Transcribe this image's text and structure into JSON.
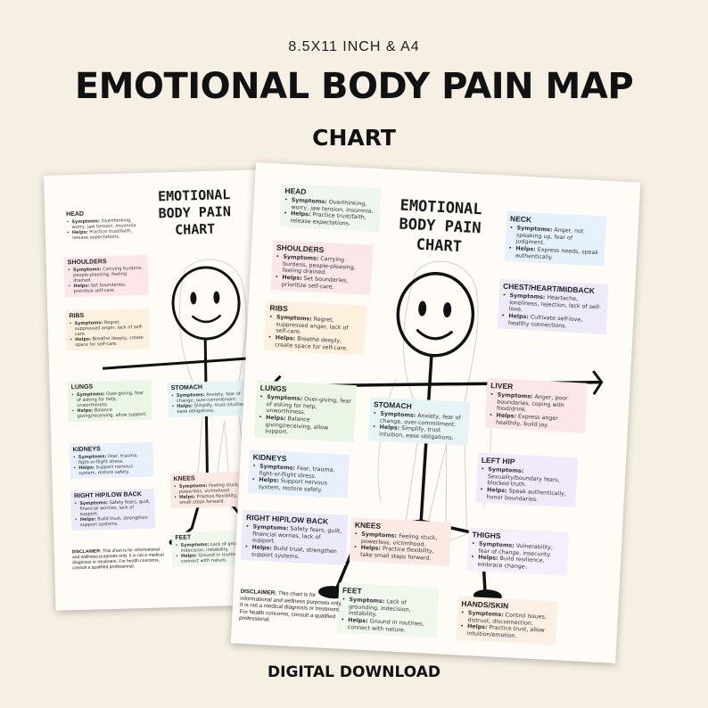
{
  "header": {
    "size_label": "8.5X11 INCH & A4",
    "title": "EMOTIONAL BODY PAIN MAP",
    "subtitle": "CHART"
  },
  "footer": {
    "label": "DIGITAL DOWNLOAD"
  },
  "chart_title_lines": [
    "EMOTIONAL",
    "BODY PAIN",
    "CHART"
  ],
  "labels": {
    "symptoms": "Symptoms:",
    "helps": "Helps:"
  },
  "sections": {
    "head": {
      "title": "HEAD",
      "symptoms": "Overthinking, worry, jaw tension, insomnia.",
      "helps": "Practice trust/faith, release expectations."
    },
    "shoulders": {
      "title": "SHOULDERS",
      "symptoms": "Carrying burdens, people-pleasing, feeling drained.",
      "helps": "Set boundaries, prioritize self-care."
    },
    "ribs": {
      "title": "RIBS",
      "symptoms": "Regret, suppressed anger, lack of self-care.",
      "helps": "Breathe deeply, create space for self-care."
    },
    "lungs": {
      "title": "LUNGS",
      "symptoms": "Over-giving, fear of asking for help, unworthiness.",
      "helps": "Balance giving/receiving, allow support."
    },
    "kidneys": {
      "title": "KIDNEYS",
      "symptoms": "Fear, trauma, fight-or-flight stress.",
      "helps": "Support nervous system, restore safety."
    },
    "right_hip": {
      "title": "RIGHT HIP/LOW BACK",
      "symptoms": "Safety fears, guilt, financial worries, lack of support.",
      "helps": "Build trust, strengthen support systems."
    },
    "stomach": {
      "title": "STOMACH",
      "symptoms": "Anxiety, fear of change, over-commitment.",
      "helps": "Simplify, trust intuition, ease obligations."
    },
    "knees": {
      "title": "KNEES",
      "symptoms": "Feeling stuck, powerless, victimhood.",
      "helps": "Practice flexibility, take small steps forward."
    },
    "feet": {
      "title": "FEET",
      "symptoms": "Lack of grounding, indecision, instability.",
      "helps": "Ground in routines, connect with nature."
    },
    "neck": {
      "title": "NECK",
      "symptoms": "Anger, not speaking up, fear of judgment.",
      "helps": "Express needs, speak authentically."
    },
    "chest": {
      "title": "CHEST/HEART/MIDBACK",
      "symptoms": "Heartache, loneliness, rejection, lack of self-love.",
      "helps": "Cultivate self-love, healthy connections."
    },
    "liver": {
      "title": "LIVER",
      "symptoms": "Anger, poor boundaries, coping with food/drink.",
      "helps": "Express anger healthily, build joy."
    },
    "left_hip": {
      "title": "LEFT HIP",
      "symptoms": "Sexuality/boundary fears, blocked truth.",
      "helps": "Speak authentically, honor boundaries."
    },
    "thighs": {
      "title": "THIGHS",
      "symptoms": "Vulnerability, fear of change, insecurity.",
      "helps": "Build resilience, embrace change."
    },
    "hands": {
      "title": "HANDS/SKIN",
      "symptoms": "Control issues, distrust, disconnection.",
      "helps": "Practice trust, allow intuition/emotion."
    }
  },
  "disclaimer": {
    "label": "DISCLAIMER:",
    "text": "This chart is for informational and wellness purposes only. It is not a medical diagnosis or treatment. For health concerns, consult a qualified professional."
  },
  "colors": {
    "background": "#f6f0e4",
    "sheet": "#fffbf6",
    "head": "#eef6ee",
    "shoulders": "#fbe6ea",
    "ribs": "#fdf1dd",
    "lungs": "#ecf6e6",
    "kidneys": "#e8f1fb",
    "right_hip": "#ece9f8",
    "stomach": "#e6f4f6",
    "knees": "#fbe9e3",
    "feet": "#f0f7ec",
    "neck": "#e6f2fb",
    "chest": "#eeeafa",
    "liver": "#fbe7e8",
    "left_hip": "#f2eafa",
    "thighs": "#f6eefa",
    "hands": "#fcefe3"
  }
}
